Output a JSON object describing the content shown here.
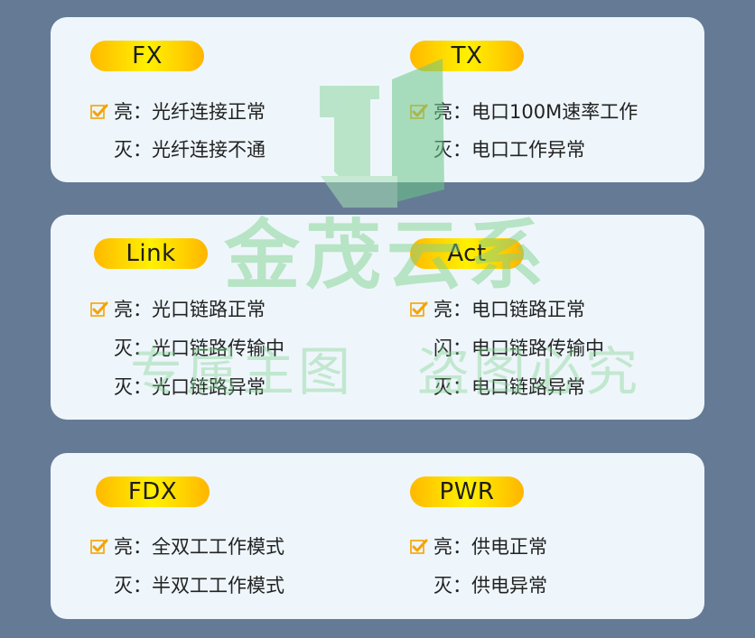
{
  "cards": [
    {
      "left": {
        "label": "FX",
        "lines": [
          {
            "text": "亮：光纤连接正常",
            "checked": true
          },
          {
            "text": "灭：光纤连接不通",
            "checked": false
          }
        ]
      },
      "right": {
        "label": "TX",
        "lines": [
          {
            "text": "亮：电口100M速率工作",
            "checked": true
          },
          {
            "text": "灭：电口工作异常",
            "checked": false
          }
        ]
      }
    },
    {
      "left": {
        "label": "Link",
        "lines": [
          {
            "text": "亮：光口链路正常",
            "checked": true
          },
          {
            "text": "灭：光口链路传输中",
            "checked": false
          },
          {
            "text": "灭：光口链路异常",
            "checked": false
          }
        ]
      },
      "right": {
        "label": "Act",
        "lines": [
          {
            "text": "亮：电口链路正常",
            "checked": true
          },
          {
            "text": "闪：电口链路传输中",
            "checked": false
          },
          {
            "text": "灭：电口链路异常",
            "checked": false
          }
        ]
      }
    },
    {
      "left": {
        "label": "FDX",
        "lines": [
          {
            "text": "亮：全双工工作模式",
            "checked": true
          },
          {
            "text": "灭：半双工工作模式",
            "checked": false
          }
        ]
      },
      "right": {
        "label": "PWR",
        "lines": [
          {
            "text": "亮：供电正常",
            "checked": true
          },
          {
            "text": "灭：供电异常",
            "checked": false
          }
        ]
      }
    }
  ],
  "watermark": {
    "brand": "金茂云系",
    "sub_left": "专属主图",
    "sub_right": "盗图必究",
    "icon": "jm-logo-icon"
  },
  "colors": {
    "background": "#657a95",
    "card": "#eef6fb",
    "check": "#f5a300",
    "watermark": "#7fd18e"
  }
}
